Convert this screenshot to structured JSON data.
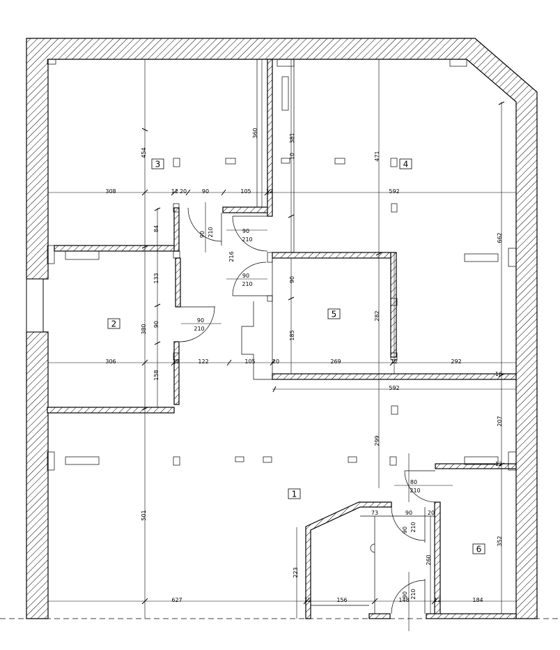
{
  "rooms": [
    {
      "id": "1",
      "label": "1"
    },
    {
      "id": "2",
      "label": "2"
    },
    {
      "id": "3",
      "label": "3"
    },
    {
      "id": "4",
      "label": "4"
    },
    {
      "id": "5",
      "label": "5"
    },
    {
      "id": "6",
      "label": "6"
    }
  ],
  "dimensions": {
    "h1": [
      "308",
      "12",
      "20",
      "90",
      "105",
      "12",
      "592"
    ],
    "h2": [
      "306",
      "12",
      "122",
      "105",
      "20",
      "269",
      "12",
      "292"
    ],
    "h3": "592",
    "h4": [
      "627",
      "12",
      "156",
      "148",
      "12",
      "184"
    ],
    "v_left": [
      "454",
      "380",
      "501"
    ],
    "v_right": [
      "662",
      "207",
      "352"
    ],
    "v_mid": [
      "360",
      "381",
      "471",
      "299",
      "282",
      "185",
      "90",
      "10"
    ],
    "misc": [
      "84",
      "133",
      "90",
      "158",
      "216",
      "223",
      "73",
      "90",
      "20",
      "260",
      "16",
      "12"
    ],
    "doors": [
      {
        "w": "90",
        "h": "210"
      },
      {
        "w": "90",
        "h": "210"
      },
      {
        "w": "90",
        "h": "210"
      },
      {
        "w": "90",
        "h": "210"
      },
      {
        "w": "80",
        "h": "210"
      },
      {
        "w": "90",
        "h": "210"
      },
      {
        "w": "90",
        "h": "210"
      }
    ]
  }
}
